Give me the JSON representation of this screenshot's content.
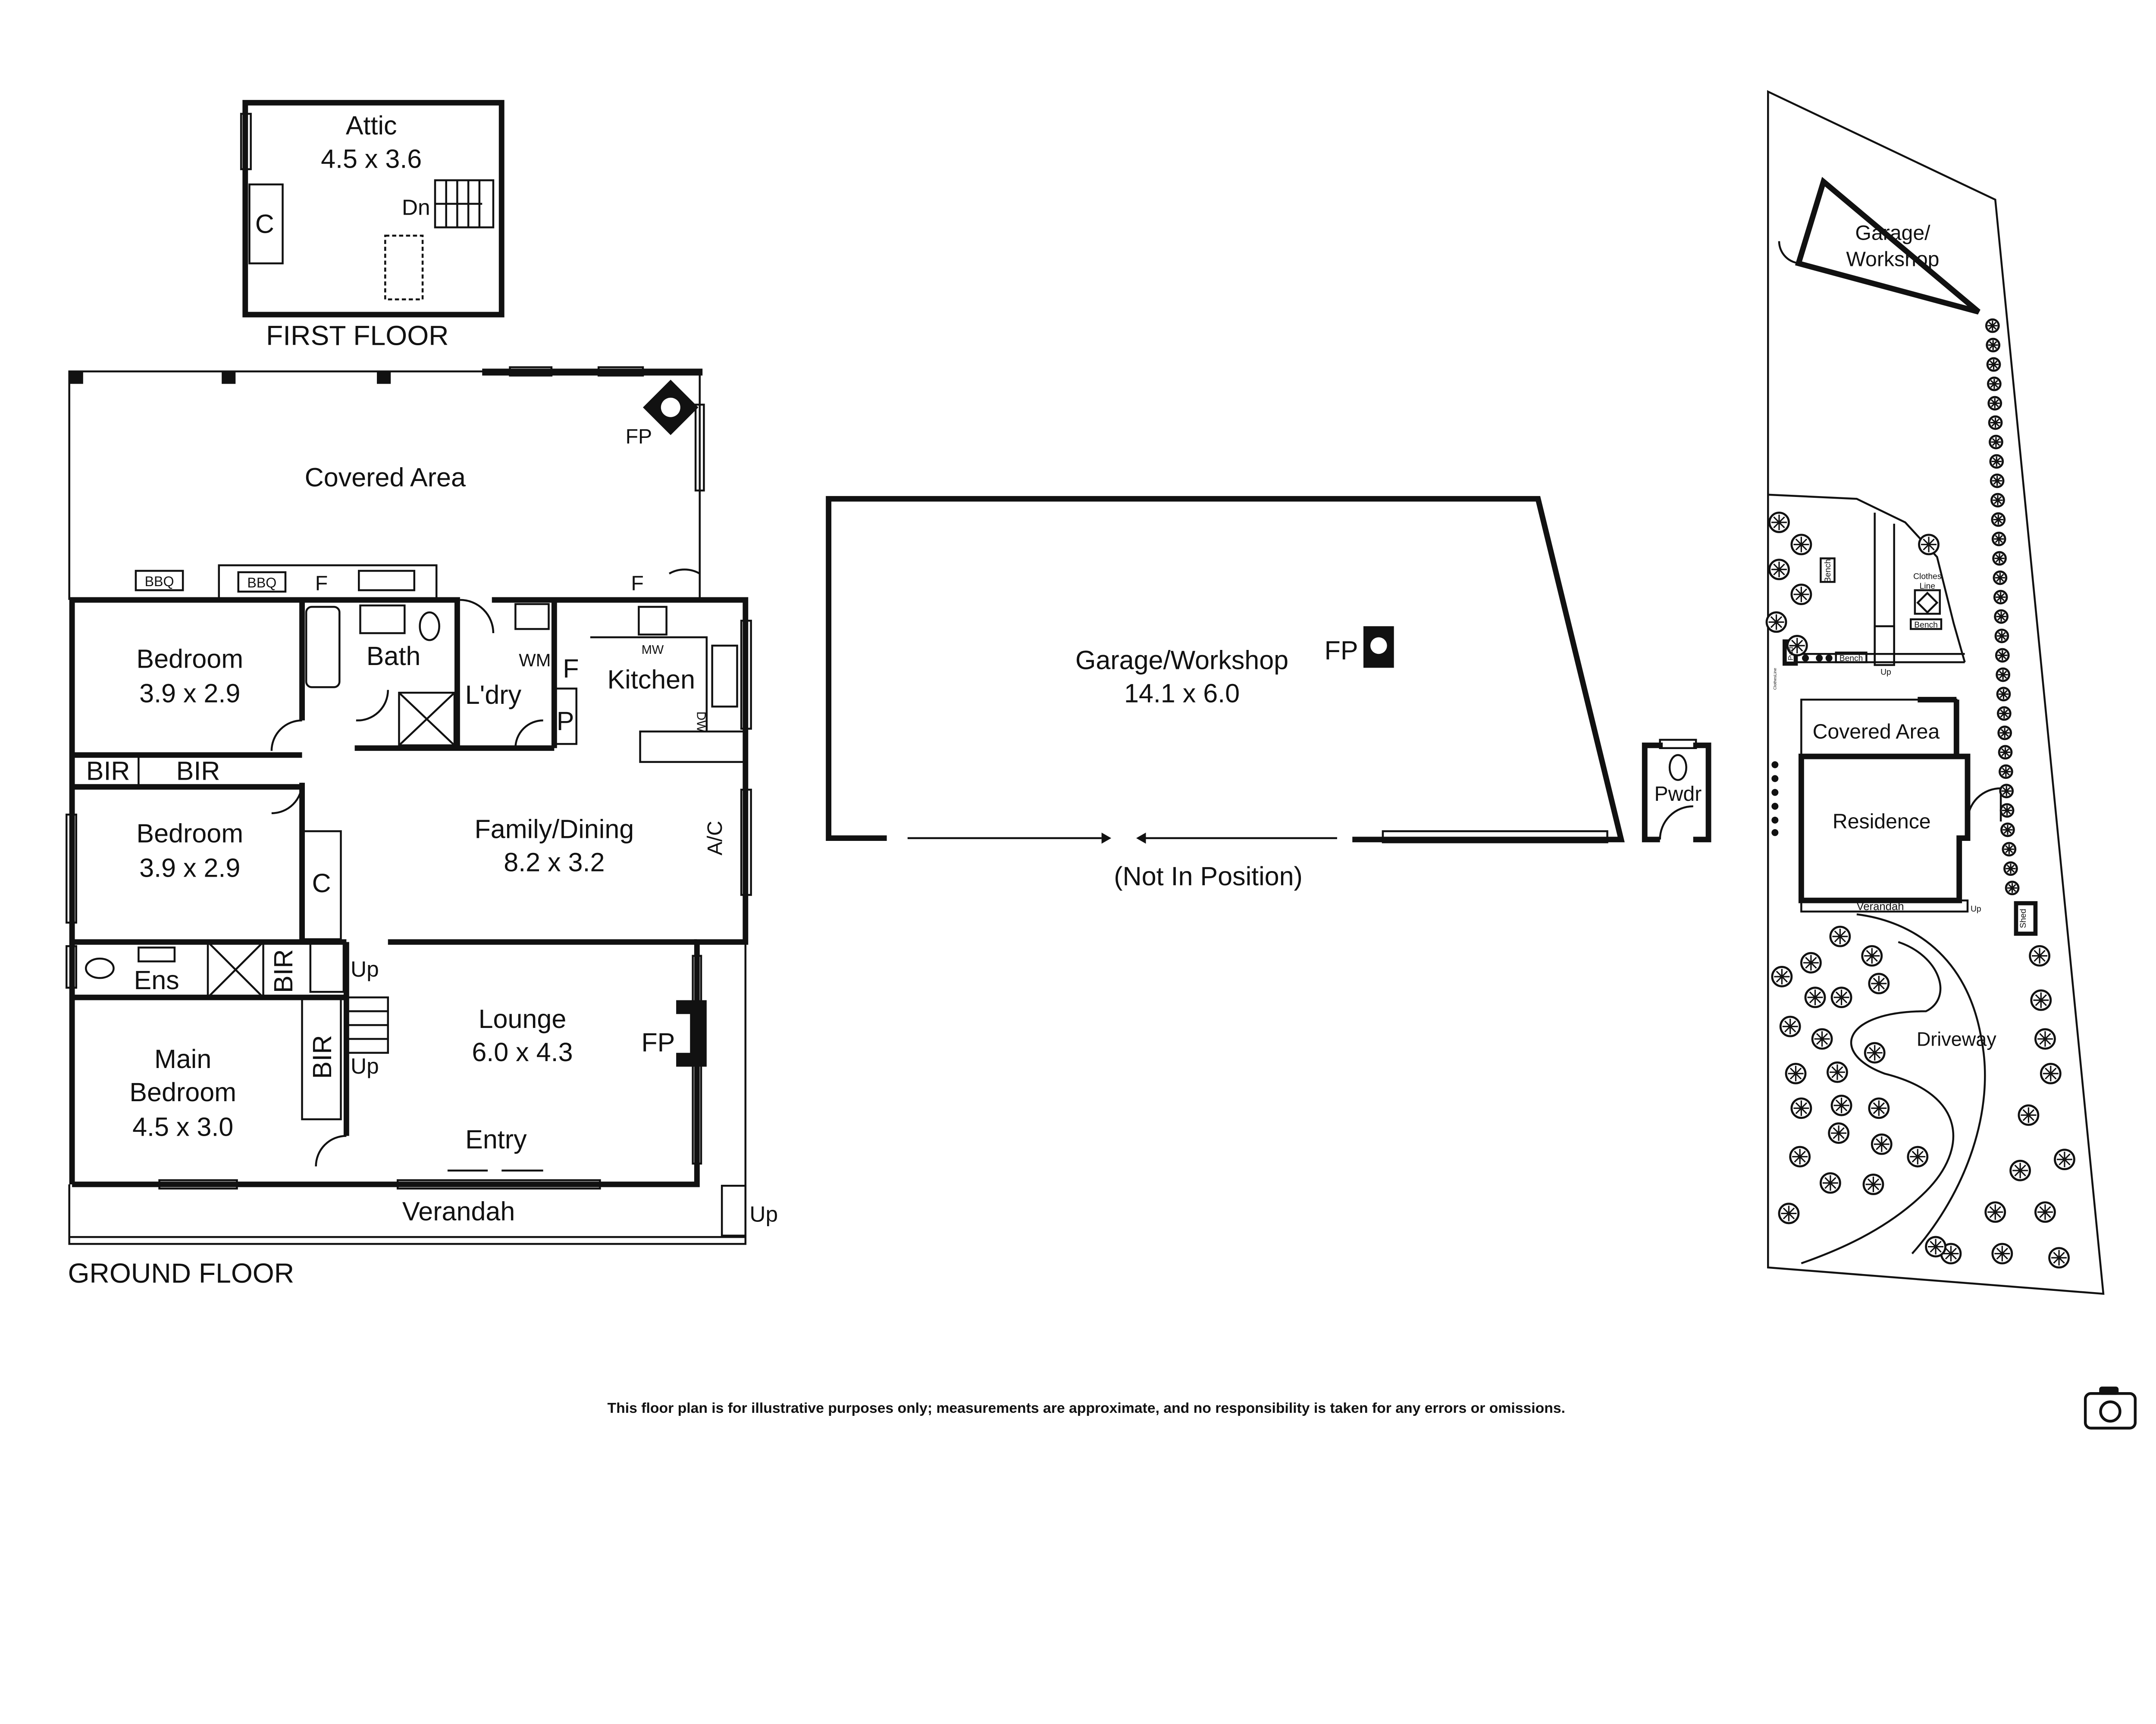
{
  "first_floor": {
    "title": "FIRST FLOOR",
    "attic": {
      "name": "Attic",
      "size": "4.5 x 3.6"
    },
    "cupboard": "C",
    "stairs": "Dn"
  },
  "ground_floor": {
    "title": "GROUND FLOOR",
    "covered_area": "Covered Area",
    "fp_covered": "FP",
    "bbq1": "BBQ",
    "bbq2": "BBQ",
    "f1": "F",
    "f2": "F",
    "bedroom1": {
      "name": "Bedroom",
      "size": "3.9 x 2.9"
    },
    "bath": "Bath",
    "laundry": "L'dry",
    "wm": "WM",
    "fridge": "F",
    "pantry": "P",
    "kitchen": "Kitchen",
    "mw": "MW",
    "dw": "DW",
    "bir1": "BIR",
    "bir2": "BIR",
    "bedroom2": {
      "name": "Bedroom",
      "size": "3.9 x 2.9"
    },
    "cupboard": "C",
    "family": {
      "name": "Family/Dining",
      "size": "8.2 x 3.2"
    },
    "ac": "A/C",
    "ensuite": "Ens",
    "bir3": "BIR",
    "bir4": "BIR",
    "up1": "Up",
    "up2": "Up",
    "main_bedroom": {
      "line1": "Main",
      "line2": "Bedroom",
      "size": "4.5 x 3.0"
    },
    "lounge": {
      "name": "Lounge",
      "size": "6.0 x 4.3"
    },
    "fp_lounge": "FP",
    "entry": "Entry",
    "verandah": "Verandah",
    "up3": "Up"
  },
  "garage": {
    "name": "Garage/Workshop",
    "size": "14.1 x 6.0",
    "fp": "FP",
    "note": "(Not In Position)",
    "pwdr": "Pwdr"
  },
  "site_plan": {
    "garage_line1": "Garage/",
    "garage_line2": "Workshop",
    "bench1": "Bench",
    "clothes_line1": "Clothes",
    "clothes_line2": "Line",
    "bench2": "Bench",
    "bench3": "Bench",
    "pwdr": "Pwdr",
    "up1": "Up",
    "clothes_line_small": "ClothesLine",
    "covered_area": "Covered Area",
    "residence": "Residence",
    "verandah": "Verandah",
    "up2": "Up",
    "shed": "Shed",
    "driveway": "Driveway"
  },
  "footer": {
    "disclaimer": "This floor plan is for illustrative purposes only; measurements are approximate, and no responsibility is taken for any errors or omissions.",
    "icon": "camera-icon"
  }
}
